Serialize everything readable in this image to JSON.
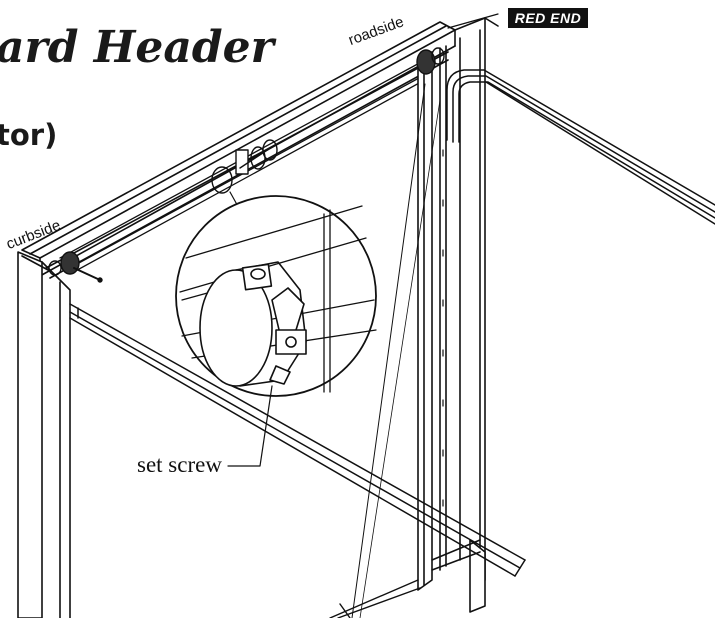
{
  "diagram": {
    "title_fragment": "ard Header",
    "subtitle_fragment": "tor)",
    "end_badge": "RED END",
    "labels": {
      "roadside": "roadside",
      "curbside": "curbside",
      "set_screw": "set screw"
    }
  },
  "colors": {
    "ink": "#111111",
    "badge_bg": "#111111",
    "badge_text": "#ffffff",
    "background": "#ffffff"
  }
}
